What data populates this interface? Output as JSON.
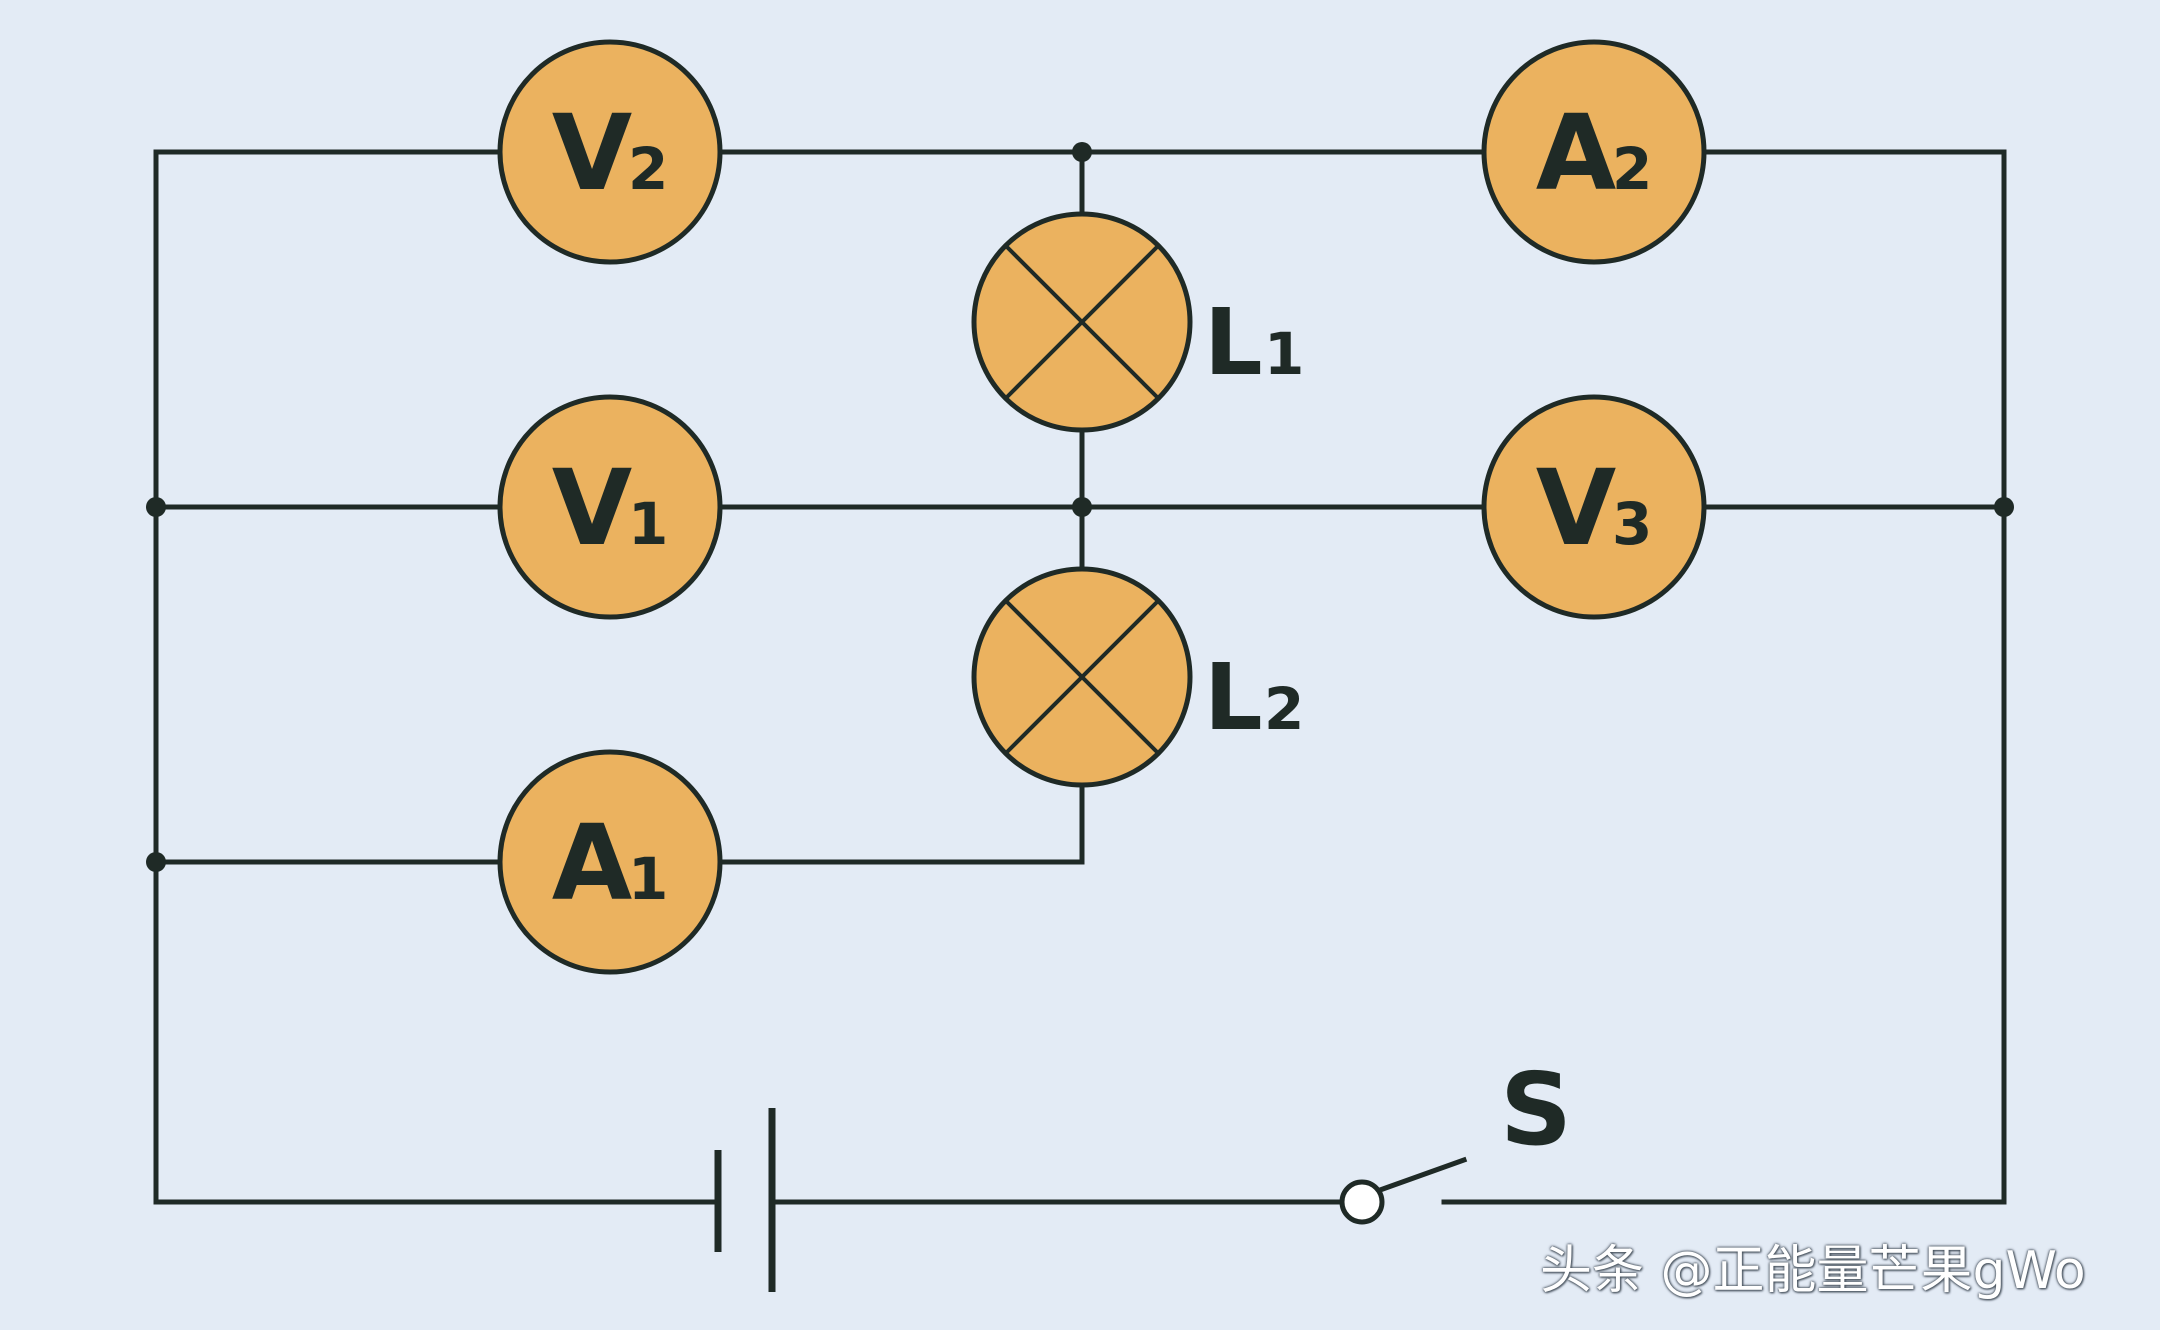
{
  "diagram": {
    "components": {
      "V2": {
        "main": "V",
        "sub": "2"
      },
      "V1": {
        "main": "V",
        "sub": "1"
      },
      "A1": {
        "main": "A",
        "sub": "1"
      },
      "A2": {
        "main": "A",
        "sub": "2"
      },
      "V3": {
        "main": "V",
        "sub": "3"
      },
      "L1": {
        "main": "L",
        "sub": "1"
      },
      "L2": {
        "main": "L",
        "sub": "2"
      },
      "S": {
        "main": "S"
      }
    },
    "colors": {
      "background": "#e3ebf5",
      "component_fill": "#ebb25f",
      "wire": "#1f2a26"
    }
  },
  "watermark": "头条 @正能量芒果gWo"
}
